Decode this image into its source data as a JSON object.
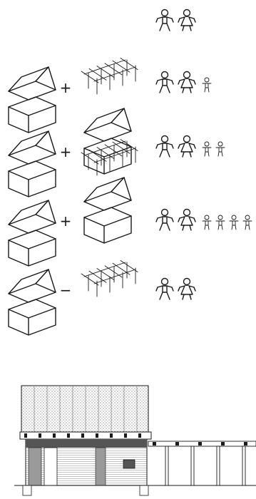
{
  "rows": [
    {
      "operator": "",
      "has_roof": false,
      "has_frame": false,
      "adults": 2,
      "children": 0
    },
    {
      "operator": "+",
      "has_roof": false,
      "has_frame": true,
      "adults": 2,
      "children": 1
    },
    {
      "operator": "+",
      "has_roof": true,
      "has_frame": true,
      "adults": 2,
      "children": 2
    },
    {
      "operator": "+",
      "has_roof": true,
      "has_frame": false,
      "adults": 2,
      "children": 4
    },
    {
      "operator": "−",
      "has_roof": false,
      "has_frame": true,
      "adults": 2,
      "children": 0
    }
  ],
  "colors": {
    "ink": "#1a1a1a",
    "wall_shade": "#9a9a9a",
    "dark_window": "#555555"
  }
}
